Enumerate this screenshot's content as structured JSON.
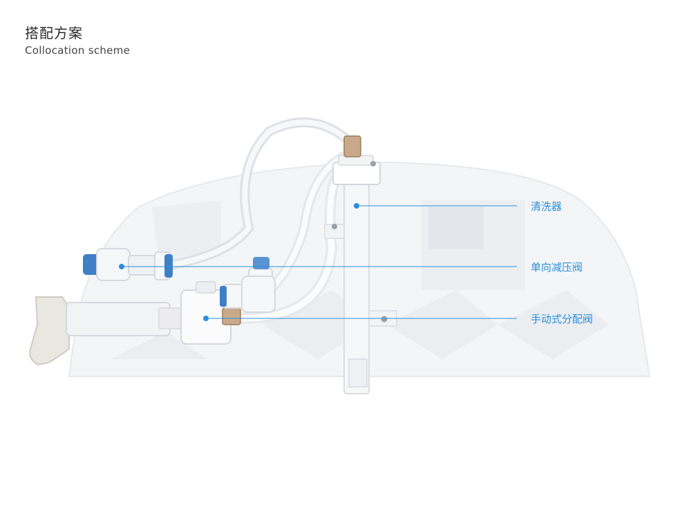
{
  "header": {
    "title_cn": "搭配方案",
    "title_en": "Collocation scheme"
  },
  "callouts": [
    {
      "label": "清洗器"
    },
    {
      "label": "单向减压阀"
    },
    {
      "label": "手动式分配阀"
    }
  ],
  "colors": {
    "accent": "#2b8fd9",
    "title": "#2b2b2b"
  }
}
